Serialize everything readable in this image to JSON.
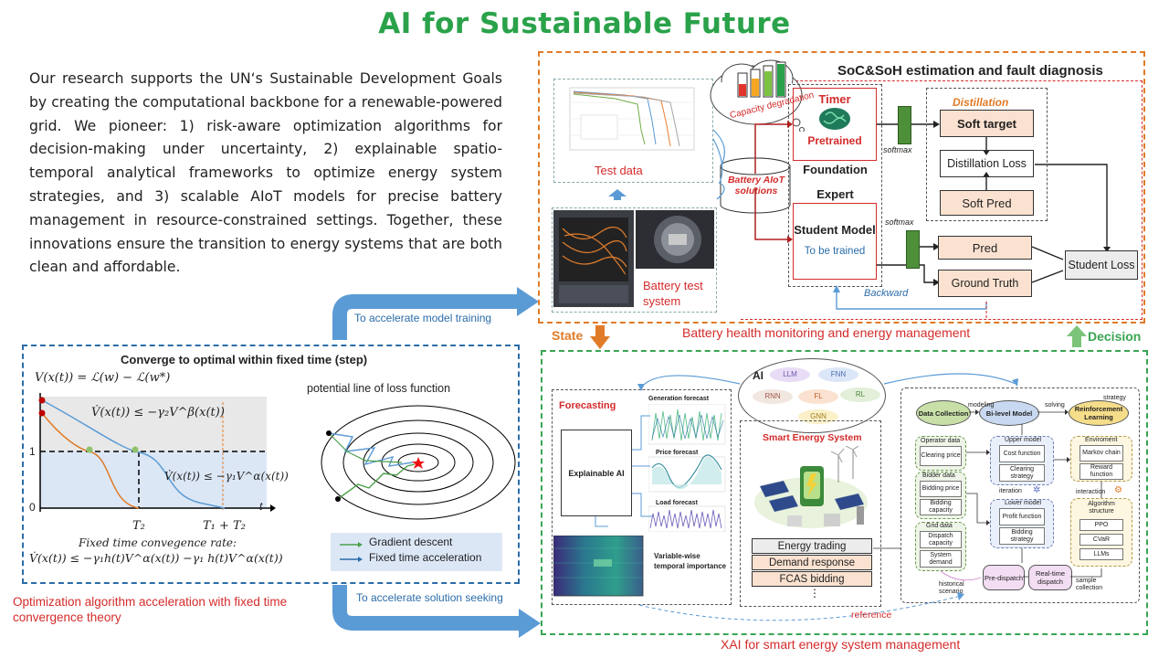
{
  "title": "AI for Sustainable Future",
  "intro": "Our research supports the UN‘s Sustainable Development Goals by creating the computational backbone for a renewable-powered grid. We pioneer: 1) risk-aware optimization algorithms for decision-making under uncertainty, 2) explainable spatio-temporal analytical frameworks to optimize energy system strategies, and 3) scalable AIoT models for precise battery management in resource-constrained settings. Together, these innovations ensure the transition to energy systems that are both clean and affordable.",
  "arrows": {
    "accelerate_training": "To accelerate model training",
    "accelerate_solution": "To accelerate solution seeking",
    "state": "State",
    "decision": "Decision",
    "reference": "reference"
  },
  "battery": {
    "heading": "SoC&SoH estimation and  fault diagnosis",
    "test_data": "Test data",
    "battery_test_system": "Battery test system",
    "capacity_degradation": "Capacity degradation",
    "aiot_solutions": "Battery  AIoT solutions",
    "timer": "Timer",
    "pretrained": "Pretrained",
    "foundation": "Foundation",
    "expert": "Expert",
    "student_model": "Student Model",
    "to_be_trained": "To be trained",
    "softmax1": "softmax",
    "softmax2": "softmax",
    "distillation": "Distillation",
    "soft_target": "Soft target",
    "distillation_loss": "Distillation Loss",
    "soft_pred": "Soft Pred",
    "pred": "Pred",
    "ground_truth": "Ground Truth",
    "student_loss": "Student Loss",
    "backward": "Backward",
    "caption": "Battery health monitoring and energy management"
  },
  "optimization": {
    "heading": "Converge to optimal within fixed time (step)",
    "eq_v": "V(x(t)) = ℒ(w) − ℒ(w*)",
    "eq_beta": "V̇(x(t)) ≤ −γ₂V^β(x(t))",
    "eq_alpha": "V̇(x(t)) ≤ −γ₁V^α(x(t))",
    "y_one": "1",
    "y_zero": "0",
    "t_label": "t",
    "t2": "T₂",
    "t1t2": "T₁ + T₂",
    "rate_title": "Fixed time convegence rate:",
    "rate_eq": "V̇(x(t)) ≤ −γ₁h(t)V^α(x(t)) −γ₁ h(t)V^α(x(t))",
    "potential": "potential line of loss function",
    "legend": [
      "Gradient descent",
      "Fixed time acceleration"
    ],
    "caption": "Optimization algorithm acceleration with fixed time convergence theory"
  },
  "xai": {
    "forecasting": "Forecasting",
    "gen_forecast": "Generation forecast",
    "price_forecast": "Price forecast",
    "load_forecast": "Load forecast",
    "explainable_ai": "Explainable AI",
    "variable_wise": "Variable-wise temporal importance",
    "ai_label": "AI",
    "ai_methods": [
      "LLM",
      "FNN",
      "RNN",
      "FL",
      "RL",
      "GNN"
    ],
    "smart_energy": "Smart Energy System",
    "services": [
      "Energy trading",
      "Demand response",
      "FCAS bidding"
    ],
    "more": "⋮",
    "caption": "XAI for smart energy system management",
    "market": {
      "data_collection": "Data Collection",
      "modeling": "modeling",
      "bilevel": "Bi-level Model",
      "solving": "solving",
      "strategy": "strategy",
      "rl": "Reinforcement Learning",
      "operator_data": "Operator data",
      "clearing_price": "Clearing price",
      "bidder_data": "Bidder data",
      "bidding_price": "Bidding price",
      "bidding_capacity": "Bidding capacity",
      "grid_data": "Grid data",
      "dispatch_capacity": "Dispatch capacity",
      "system_demand": "System demand",
      "upper_model": "Upper model",
      "cost_function": "Cost function",
      "clearing_strategy": "Clearing strategy",
      "iteration": "iteration",
      "lower_model": "Lower model",
      "profit_function": "Profit function",
      "bidding_strategy": "Bidding strategy",
      "environment": "Enviroment",
      "markov_chain": "Markov chain",
      "reward_function": "Reward function",
      "interaction": "interaction",
      "algorithm_structure": "Algorithm structure",
      "ppo": "PPO",
      "cvar": "CVaR",
      "llms": "LLMs",
      "pre_dispatch": "Pre-dispatch",
      "realtime_dispatch": "Real-time dispatch",
      "historical": "historical scenario",
      "sample": "sample collection"
    }
  },
  "colors": {
    "green_title": "#2aa24a",
    "orange_dash": "#e07b28",
    "green_dash": "#3aa552",
    "blue_dash": "#2b6ca8",
    "caption_red": "#d42b2b",
    "arrow_blue": "#5b9bd5",
    "peach": "#fbe2d0"
  }
}
